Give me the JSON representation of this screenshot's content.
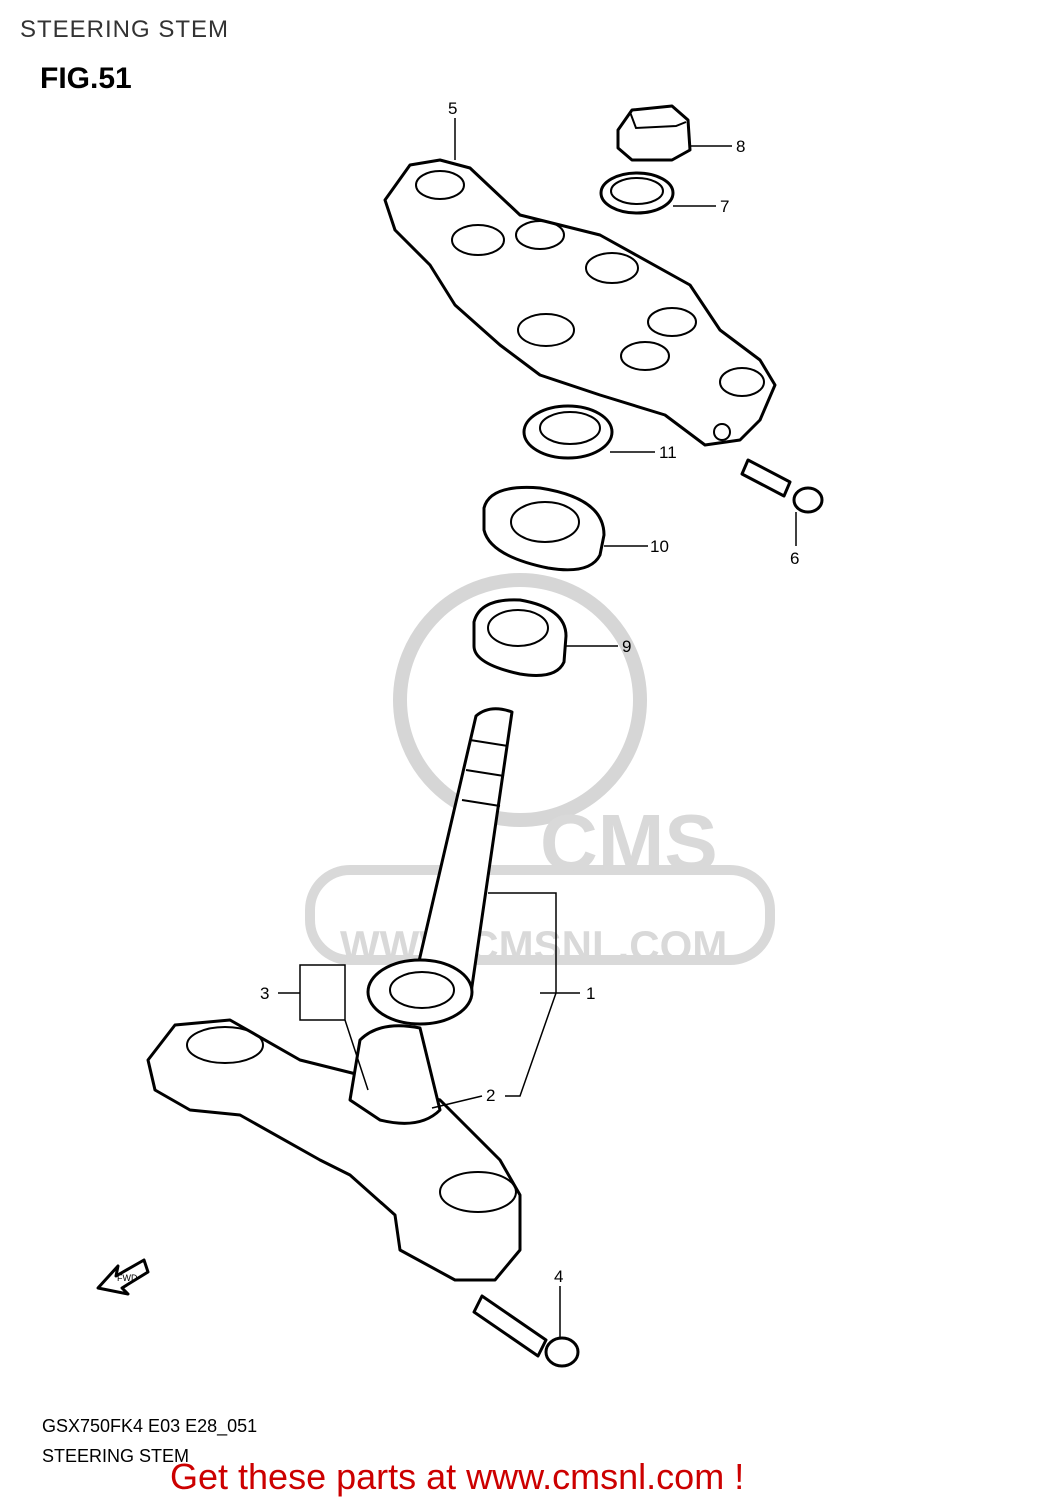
{
  "header": {
    "title": "STEERING STEM"
  },
  "figure": {
    "label": "FIG.51"
  },
  "watermark": {
    "brand": "CMS",
    "url": "WWW.CMSNL.COM"
  },
  "fwd_label": "FWD",
  "parts": [
    {
      "num": "1"
    },
    {
      "num": "2"
    },
    {
      "num": "3"
    },
    {
      "num": "4"
    },
    {
      "num": "5"
    },
    {
      "num": "6"
    },
    {
      "num": "7"
    },
    {
      "num": "8"
    },
    {
      "num": "9"
    },
    {
      "num": "10"
    },
    {
      "num": "11"
    }
  ],
  "footer": {
    "code": "GSX750FK4 E03 E28_051",
    "name": "STEERING STEM",
    "cta": "Get these parts at www.cmsnl.com !"
  },
  "colors": {
    "cta": "#cc0000",
    "watermark": "#d6d6d6"
  }
}
